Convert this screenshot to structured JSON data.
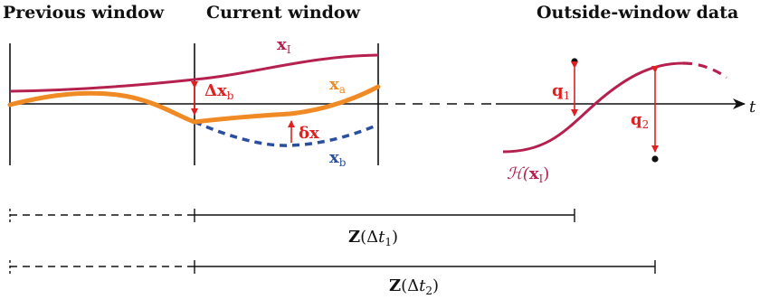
{
  "headers": {
    "previous_window": "Previous window",
    "current_window": "Current window",
    "outside_window": "Outside-window data"
  },
  "axis": {
    "time_label": "t"
  },
  "curve_labels": {
    "x_I": {
      "main": "x",
      "sub": "I"
    },
    "x_a": {
      "main": "x",
      "sub": "a"
    },
    "x_b": {
      "main": "x",
      "sub": "b"
    },
    "delta_x_b": {
      "main": "Δx",
      "sub": "b"
    },
    "delta_x": {
      "main": "δx"
    },
    "H_x_I": {
      "func": "ℋ(",
      "main": "x",
      "sub": "I",
      "close": ")"
    },
    "q1": {
      "main": "q",
      "sub": "1"
    },
    "q2": {
      "main": "q",
      "sub": "2"
    }
  },
  "spans": {
    "z1": {
      "main": "Z",
      "open": "(Δ",
      "var": "t",
      "sub": "1",
      "close": ")"
    },
    "z2": {
      "main": "Z",
      "open": "(Δ",
      "var": "t",
      "sub": "2",
      "close": ")"
    }
  },
  "colors": {
    "x_I": "#b5204e",
    "x_a": "#f08a24",
    "x_b": "#2a4fa0",
    "arrow": "#e02020",
    "axis": "#111111"
  }
}
